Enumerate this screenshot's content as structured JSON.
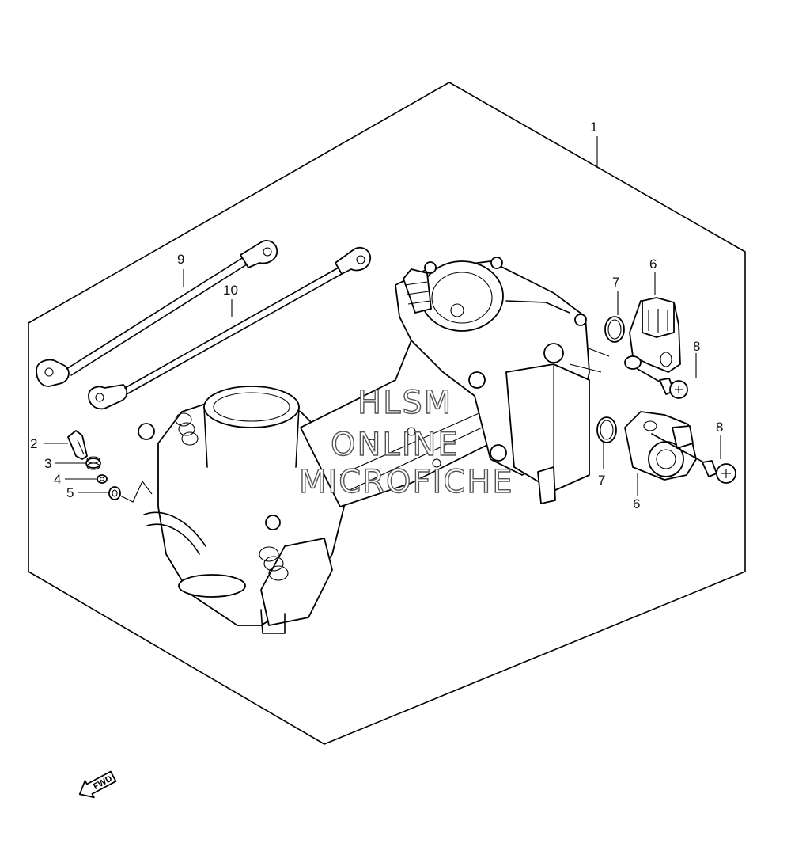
{
  "callouts": {
    "c1": "1",
    "c2": "2",
    "c3": "3",
    "c4": "4",
    "c5": "5",
    "c6a": "6",
    "c6b": "6",
    "c7a": "7",
    "c7b": "7",
    "c8a": "8",
    "c8b": "8",
    "c9": "9",
    "c10": "10"
  },
  "watermark": {
    "line1": "HLSM",
    "line2": "ONLINE",
    "line3": "MICROFICHE"
  },
  "fwd_label": "FWD",
  "icons": {
    "fwd": "fwd-arrow-icon"
  }
}
